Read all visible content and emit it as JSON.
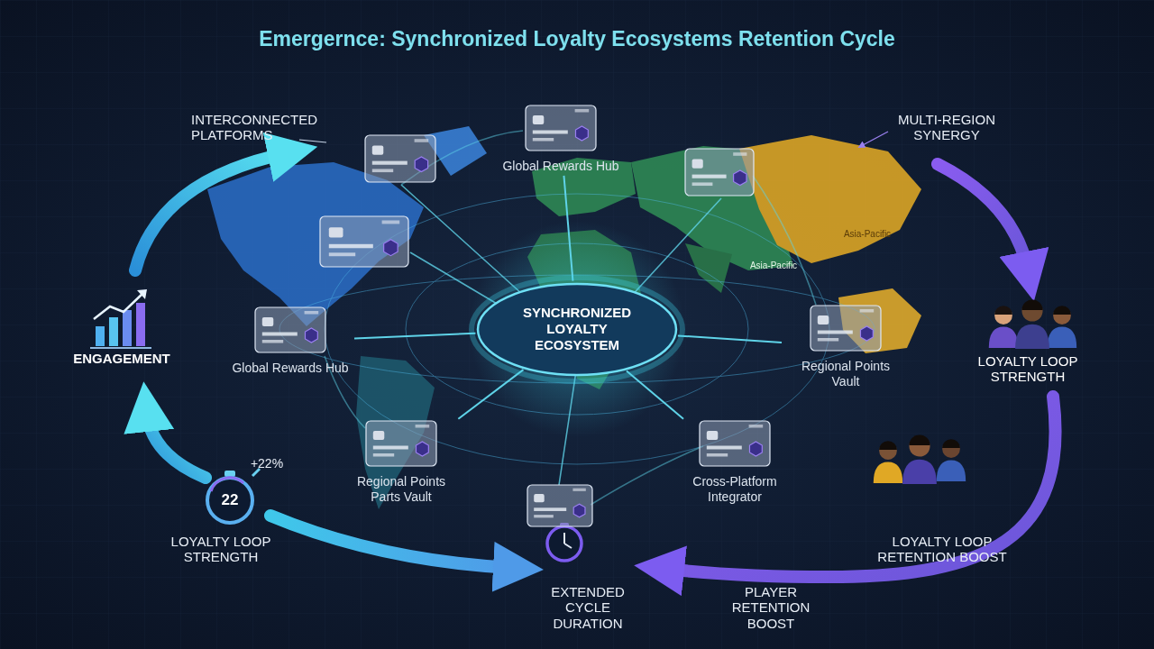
{
  "diagram": {
    "title": "Emergernce: Synchronized Loyalty Ecosystems Retention Cycle",
    "nodes": [
      {
        "text": [
          "SYNCHRONIZED LOYALTY ECOSYSTEM"
        ]
      },
      {
        "text": [
          "Global Rewards Hub"
        ]
      },
      {
        "text": [
          "Global Rewards Hub"
        ]
      },
      {
        "text": [
          "Regional Points Vault"
        ]
      },
      {
        "text": [
          "Regional Points Parts Vault"
        ]
      },
      {
        "text": [
          "Cross-Platform Integrator"
        ]
      }
    ],
    "edges": [
      {
        "from": 0,
        "to": 1,
        "arrow": "none"
      },
      {
        "from": 0,
        "to": 2,
        "arrow": "none"
      },
      {
        "from": 0,
        "to": 3,
        "arrow": "none"
      },
      {
        "from": 0,
        "to": 4,
        "arrow": "none"
      },
      {
        "from": 0,
        "to": 5,
        "arrow": "none"
      }
    ],
    "labels": [
      "INTERCONNECTED PLATFORMS",
      "MULTI-REGION SYNERGY",
      "ENGAGEMENT",
      "LOYALTY LOOP STRENGTH",
      "+22%",
      "22",
      "LOYALTY LOOP STRENGTH",
      "LOYALTY LOOP RETENTION BOOST",
      "EXTENDED CYCLE DURATION",
      "PLAYER RETENTION BOOST",
      "Asia-Pacific",
      "Asia-Pacific"
    ]
  }
}
